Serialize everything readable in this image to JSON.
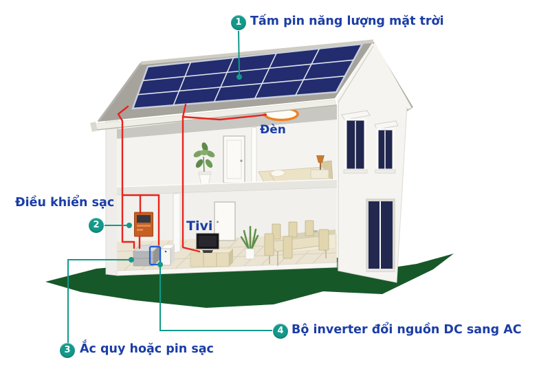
{
  "callouts": [
    {
      "num": "1",
      "label": "Tấm pin năng lượng mặt trời"
    },
    {
      "num": "2",
      "label": "Điều khiển sạc"
    },
    {
      "num": "3",
      "label": "Ắc quy hoặc pin sạc"
    },
    {
      "num": "4",
      "label": "Bộ inverter đổi nguồn DC sang AC"
    }
  ],
  "room_labels": {
    "light": "Đèn",
    "tv": "Tivi"
  },
  "colors": {
    "teal": "#12998a",
    "blue": "#1b3da6",
    "red": "#e8231c",
    "green": "#175829",
    "navy": "#222c6e",
    "orange": "#c65f22"
  }
}
